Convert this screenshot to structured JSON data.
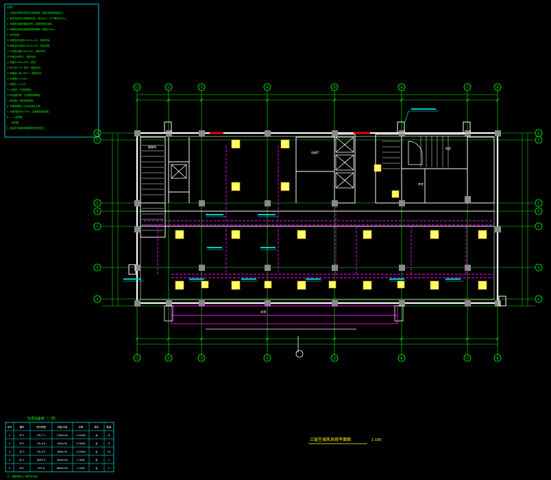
{
  "drawing": {
    "title": "三层空调风系统平面图",
    "scale": "1:100"
  },
  "colors": {
    "background": "#000000",
    "grid": "#00ff00",
    "wall": "#ffffff",
    "column": "#808080",
    "duct": "#ff00ff",
    "unit": "#ffff00",
    "label": "#00ffff",
    "dimension": "#00ff00",
    "accent_red": "#ff0000"
  },
  "axes": {
    "top": [
      "⑴",
      "⑵",
      "⑶",
      "⑷",
      "⑸",
      "⑹",
      "⑺",
      "⑻"
    ],
    "bottom": [
      "⑴",
      "⑵",
      "⑶",
      "⑷",
      "⑸",
      "⑹",
      "⑺",
      "⑻"
    ],
    "left": [
      "Ⓖ",
      "Ⓕ",
      "Ⓔ",
      "Ⓓ",
      "Ⓒ",
      "Ⓑ",
      "Ⓐ"
    ],
    "right": [
      "Ⓖ",
      "Ⓕ",
      "Ⓔ",
      "Ⓓ",
      "Ⓒ",
      "Ⓑ",
      "Ⓐ"
    ]
  },
  "rooms": [
    "楼梯间",
    "电梯厅",
    "前室",
    "走道",
    "库房"
  ],
  "notes": {
    "heading": "说明：",
    "lines": [
      "1. 本层空调采用吊顶式空调机组，新风由新风机组送入。",
      "2. 图中标高均为风管底标高，单位为m，尺寸单位为mm。",
      "3. 风管采用镀锌钢板制作，厚度按规范选用。",
      "4. 风管保温采用难燃型橡塑海绵，厚度25mm。",
      "5. 风口选型：",
      "  Ⓐ 单层百叶送风口 600×150，带调节阀。",
      "  Ⓑ 单层百叶回风口 800×300，带过滤网。",
      "  Ⓒ 方形散流器 300×300，带调节阀。",
      "  Ⓓ 防雨百叶风口，带防虫网。",
      "  Ⓔ 排烟口 800×400，常闭。",
      "  Ⓕ 防火阀 70℃ 常开，熔断关闭。",
      "  Ⓖ 排烟防火阀 280℃，熔断关闭。",
      "  Ⓗ 消声器 L=1000。",
      "  Ⓘ 软接头 L=150。",
      "  Ⓙ 止回阀，与风机联锁。",
      "  Ⓚ 电动调节阀，与控制系统联锁。",
      "  Ⓛ 静压箱，内贴吸音材料。",
      "6. 风管穿越防火分区处设防火阀。",
      "7. 吊架间距不大于3m，支架做防腐处理。",
      "8. —— 新风管",
      "   - - - 排风管",
      "9. 其余未尽事宜按国家现行规范施工。"
    ]
  },
  "schedule": {
    "title": "空调设备表（一层）",
    "headers": [
      "序号",
      "编号",
      "型号规格",
      "风量/冷量",
      "功率",
      "单位",
      "数量"
    ],
    "rows": [
      [
        "1",
        "KT-1",
        "YSL-7.1",
        "1200m³/h",
        "0.22kW",
        "台",
        "8"
      ],
      [
        "2",
        "KT-2",
        "YSL-5.6",
        "950m³/h",
        "0.18kW",
        "台",
        "6"
      ],
      [
        "3",
        "KT-3",
        "YSL-4.5",
        "800m³/h",
        "0.15kW",
        "台",
        "10"
      ],
      [
        "4",
        "XF-1",
        "DBFP-4",
        "4000m³/h",
        "1.5kW",
        "台",
        "1"
      ],
      [
        "5",
        "PY-1",
        "HTF-6",
        "6000m³/h",
        "2.2kW",
        "台",
        "1"
      ]
    ],
    "note": "注：设备参数以厂家样本为准。"
  }
}
